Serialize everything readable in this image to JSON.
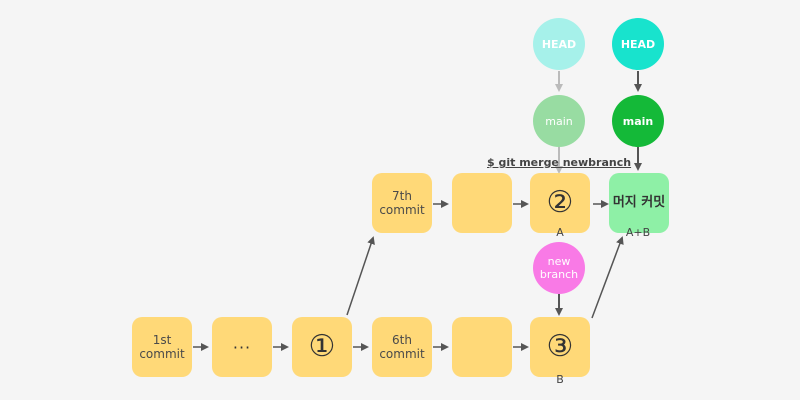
{
  "command": "$ git merge newbranch",
  "commits": {
    "first": "1st\ncommit",
    "ellipsis": "···",
    "c1": "①",
    "sixth": "6th\ncommit",
    "c3": "③",
    "seventh": "7th\ncommit",
    "c2": "②",
    "merge": "머지 커밋"
  },
  "labels": {
    "a": "A",
    "b": "B",
    "ab": "A+B"
  },
  "pointers": {
    "head_old": "HEAD",
    "head_new": "HEAD",
    "main_old": "main",
    "main_new": "main",
    "newbranch": "new\nbranch"
  },
  "colors": {
    "commit": "#ffd978",
    "merge_commit": "#8ef0a6",
    "head": "#18e3cd",
    "head_faded": "#a6f1ea",
    "main": "#14b938",
    "main_faded": "#98dca2",
    "branch": "#f97ae6",
    "arrow": "#555555"
  }
}
